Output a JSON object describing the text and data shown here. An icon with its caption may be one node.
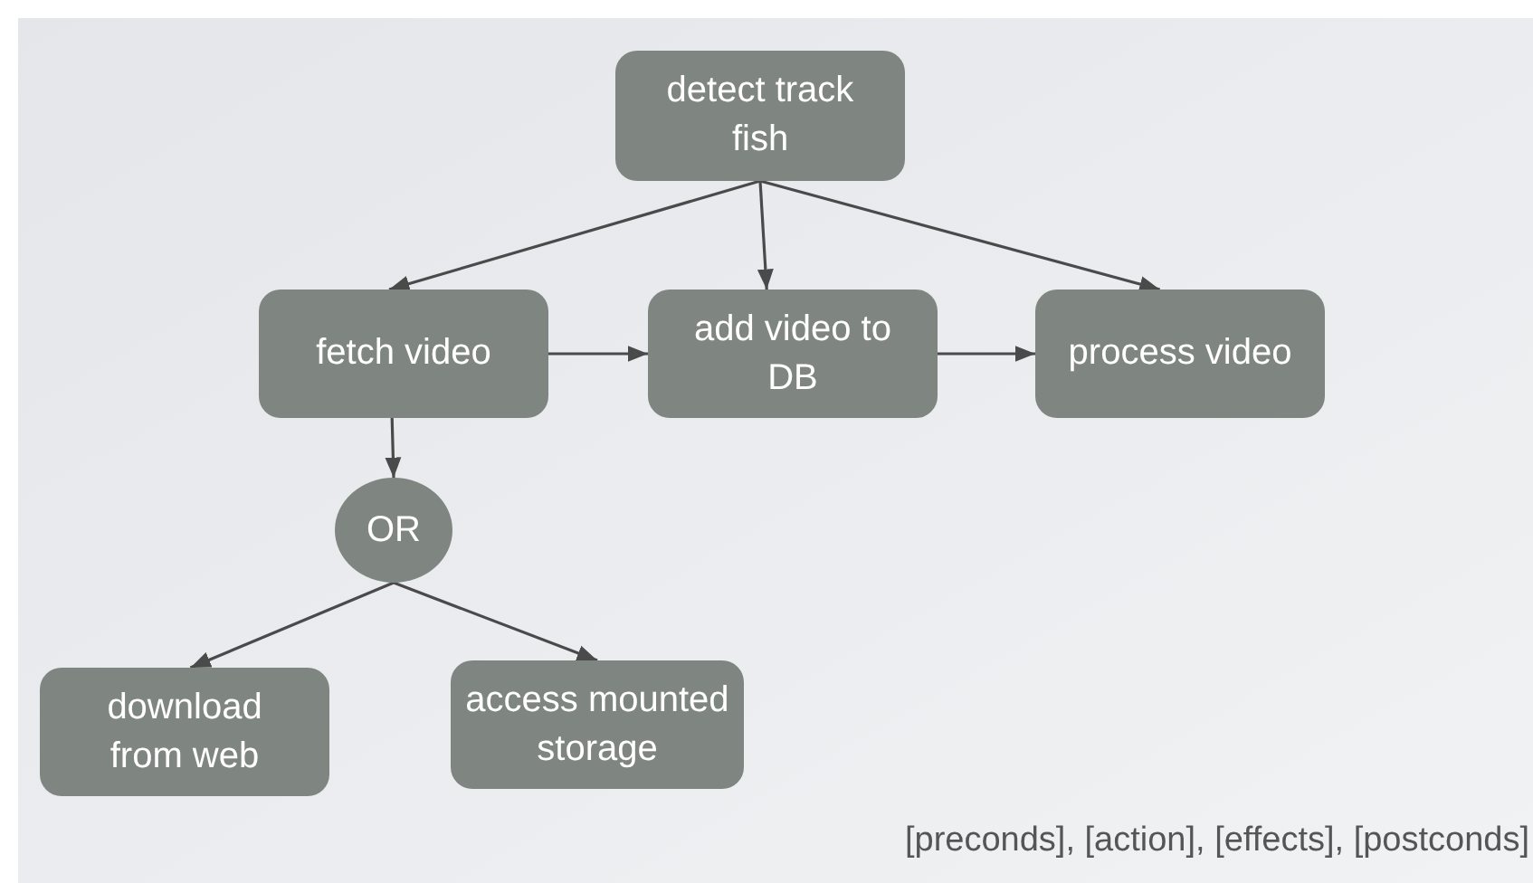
{
  "diagram": {
    "nodes": [
      {
        "text": [
          "detect track fish"
        ]
      },
      {
        "text": [
          "fetch video"
        ]
      },
      {
        "text": [
          "add video to DB"
        ]
      },
      {
        "text": [
          "process video"
        ]
      },
      {
        "text": [
          "OR"
        ]
      },
      {
        "text": [
          "download from web"
        ]
      },
      {
        "text": [
          "access mounted storage"
        ]
      }
    ],
    "edges": [
      {
        "from": 0,
        "to": 1,
        "arrow": "to"
      },
      {
        "from": 0,
        "to": 2,
        "arrow": "to"
      },
      {
        "from": 0,
        "to": 3,
        "arrow": "to"
      },
      {
        "from": 1,
        "to": 2,
        "arrow": "to"
      },
      {
        "from": 2,
        "to": 3,
        "arrow": "to"
      },
      {
        "from": 1,
        "to": 4,
        "arrow": "to"
      },
      {
        "from": 4,
        "to": 5,
        "arrow": "to"
      },
      {
        "from": 4,
        "to": 6,
        "arrow": "to"
      }
    ],
    "labels": [
      "[preconds], [action], [effects], [postconds]"
    ]
  }
}
